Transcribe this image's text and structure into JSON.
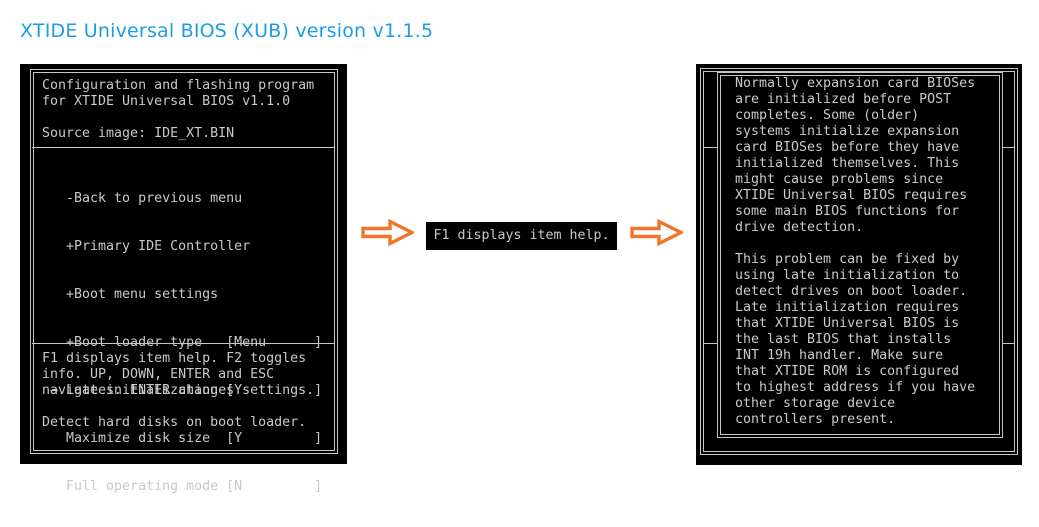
{
  "page": {
    "title": "XTIDE Universal BIOS (XUB) version v1.1.5"
  },
  "colors": {
    "accent_blue": "#1b9ee2",
    "terminal_fg": "#c9c9c9",
    "terminal_bg": "#000000",
    "arrow_orange": "#f1762b"
  },
  "config_screen": {
    "header_lines": [
      "Configuration and flashing program",
      "for XTIDE Universal BIOS v1.1.0",
      "",
      "Source image: IDE_XT.BIN"
    ],
    "menu_items": [
      {
        "text": "   -Back to previous menu"
      },
      {
        "text": "   +Primary IDE Controller"
      },
      {
        "text": "   +Boot menu settings"
      },
      {
        "text": "   +Boot loader type   [Menu      ]"
      },
      {
        "text": " → Late initialization [Y         ]"
      },
      {
        "text": "   Maximize disk size  [Y         ]"
      },
      {
        "text": "   Full operating mode [N         ]"
      }
    ],
    "info_lines": [
      "F1 displays item help. F2 toggles",
      "info. UP, DOWN, ENTER and ESC",
      "navigates. ENTER changes settings.",
      "",
      "Detect hard disks on boot loader."
    ]
  },
  "callout": {
    "label": "F1 displays item help."
  },
  "help_screen": {
    "lines": [
      "Normally expansion card BIOSes",
      "are initialized before POST",
      "completes. Some (older)",
      "systems initialize expansion",
      "card BIOSes before they have",
      "initialized themselves. This",
      "might cause problems since",
      "XTIDE Universal BIOS requires",
      "some main BIOS functions for",
      "drive detection.",
      "",
      "This problem can be fixed by",
      "using late initialization to",
      "detect drives on boot loader.",
      "Late initialization requires",
      "that XTIDE Universal BIOS is",
      "the last BIOS that installs",
      "INT 19h handler. Make sure",
      "that XTIDE ROM is configured",
      "to highest address if you have",
      "other storage device",
      "controllers present."
    ]
  }
}
